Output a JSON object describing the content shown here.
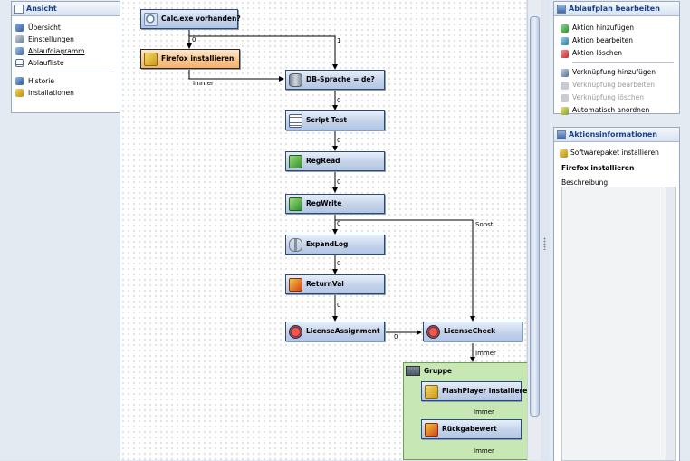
{
  "left_panel": {
    "title": "Ansicht",
    "items": [
      {
        "label": "Übersicht",
        "icon": "overview-icon",
        "underline": false
      },
      {
        "label": "Einstellungen",
        "icon": "settings-icon",
        "underline": false
      },
      {
        "label": "Ablaufdiagramm",
        "icon": "flowchart-icon",
        "underline": true
      },
      {
        "label": "Ablaufliste",
        "icon": "list-icon",
        "underline": false
      },
      {
        "label": "Historie",
        "icon": "history-icon",
        "underline": false
      },
      {
        "label": "Installationen",
        "icon": "installations-icon",
        "underline": false
      }
    ]
  },
  "diagram": {
    "nodes": {
      "calc": "Calc.exe vorhanden?",
      "firefox": "Firefox installieren",
      "db": "DB-Sprache = de?",
      "script": "Script Test",
      "regread": "RegRead",
      "regwrite": "RegWrite",
      "expandlog": "ExpandLog",
      "returnval": "ReturnVal",
      "licenseassign": "LicenseAssignment",
      "licensecheck": "LicenseCheck",
      "flashplayer": "FlashPlayer installieren",
      "rueckgabe": "Rückgabewert"
    },
    "group_label": "Gruppe",
    "edge_labels": {
      "calc_false": "0",
      "calc_true": "1",
      "firefox_always": "Immer",
      "db_0": "0",
      "script_0": "0",
      "regread_0": "0",
      "regwrite_0": "0",
      "regwrite_else": "Sonst",
      "expandlog_0": "0",
      "returnval_0": "0",
      "license_0": "0",
      "check_always": "Immer",
      "flash_always": "Immer",
      "rueck_always": "Immer"
    }
  },
  "actions_panel": {
    "title": "Ablaufplan bearbeiten",
    "items": [
      {
        "label": "Aktion hinzufügen",
        "icon": "add-action-icon",
        "enabled": true
      },
      {
        "label": "Aktion bearbeiten",
        "icon": "edit-action-icon",
        "enabled": true
      },
      {
        "label": "Aktion löschen",
        "icon": "delete-action-icon",
        "enabled": true
      },
      {
        "label": "Verknüpfung hinzufügen",
        "icon": "add-link-icon",
        "enabled": true
      },
      {
        "label": "Verknüpfung bearbeiten",
        "icon": "edit-link-icon",
        "enabled": false
      },
      {
        "label": "Verknüpfung löschen",
        "icon": "delete-link-icon",
        "enabled": false
      },
      {
        "label": "Automatisch anordnen",
        "icon": "auto-arrange-icon",
        "enabled": true
      }
    ]
  },
  "info_panel": {
    "title": "Aktionsinformationen",
    "type_label": "Softwarepaket installieren",
    "action_name": "Firefox installieren",
    "description_label": "Beschreibung",
    "description": ""
  }
}
